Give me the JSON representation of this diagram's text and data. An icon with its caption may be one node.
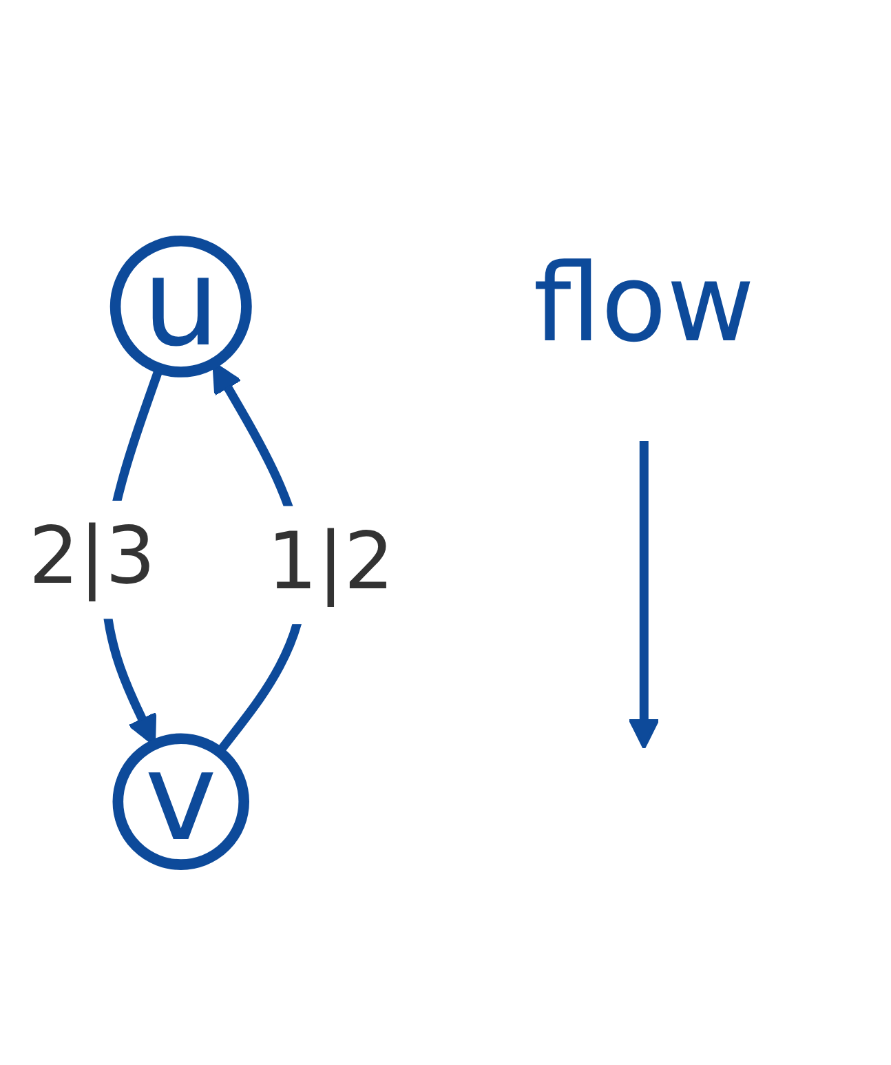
{
  "diagram": {
    "nodes": [
      {
        "text": [
          "u"
        ]
      },
      {
        "text": [
          "v"
        ]
      },
      {
        "text": [
          "flow"
        ]
      }
    ],
    "edges": [
      {
        "from": 0,
        "to": 1,
        "arrow": "to",
        "label": "2|3"
      },
      {
        "from": 1,
        "to": 0,
        "arrow": "to",
        "label": "1|2"
      },
      {
        "from": 2,
        "to": null,
        "arrow": "to"
      }
    ]
  }
}
